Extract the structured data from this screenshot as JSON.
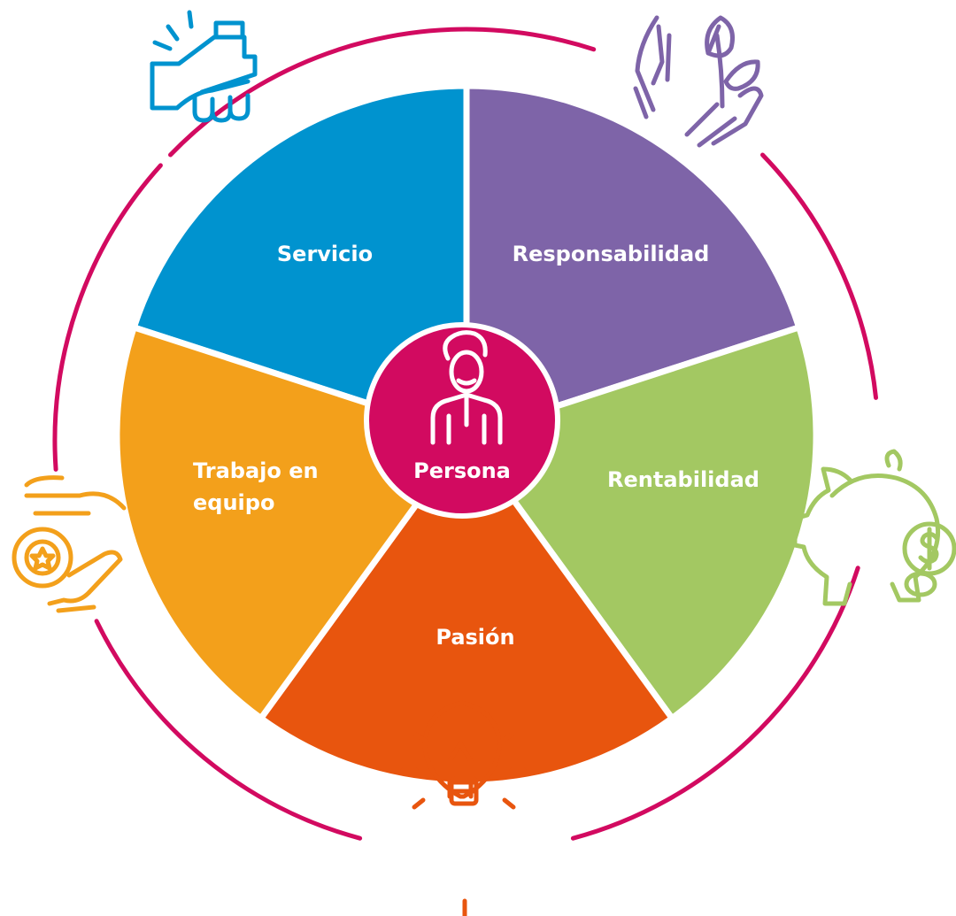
{
  "center": {
    "label": "Persona",
    "color": "#D20A60"
  },
  "ring_color": "#D20A60",
  "segments": [
    {
      "id": "servicio",
      "lines": [
        "Servicio"
      ],
      "color": "#0093CF"
    },
    {
      "id": "responsabilidad",
      "lines": [
        "Responsabilidad"
      ],
      "color": "#7E64A8"
    },
    {
      "id": "rentabilidad",
      "lines": [
        "Rentabilidad"
      ],
      "color": "#A3C862"
    },
    {
      "id": "pasion",
      "lines": [
        "Pasión"
      ],
      "color": "#E8550E"
    },
    {
      "id": "trabajo-en-equipo",
      "lines": [
        "Trabajo en",
        "equipo"
      ],
      "color": "#F3A01B"
    }
  ],
  "icons": [
    {
      "name": "handshake-icon",
      "color": "#0093CF"
    },
    {
      "name": "hands-plant-icon",
      "color": "#7E64A8"
    },
    {
      "name": "piggy-bank-icon",
      "color": "#A3C862"
    },
    {
      "name": "lightbulb-icon",
      "color": "#E8550E"
    },
    {
      "name": "hand-coin-star-icon",
      "color": "#F3A01B"
    }
  ]
}
